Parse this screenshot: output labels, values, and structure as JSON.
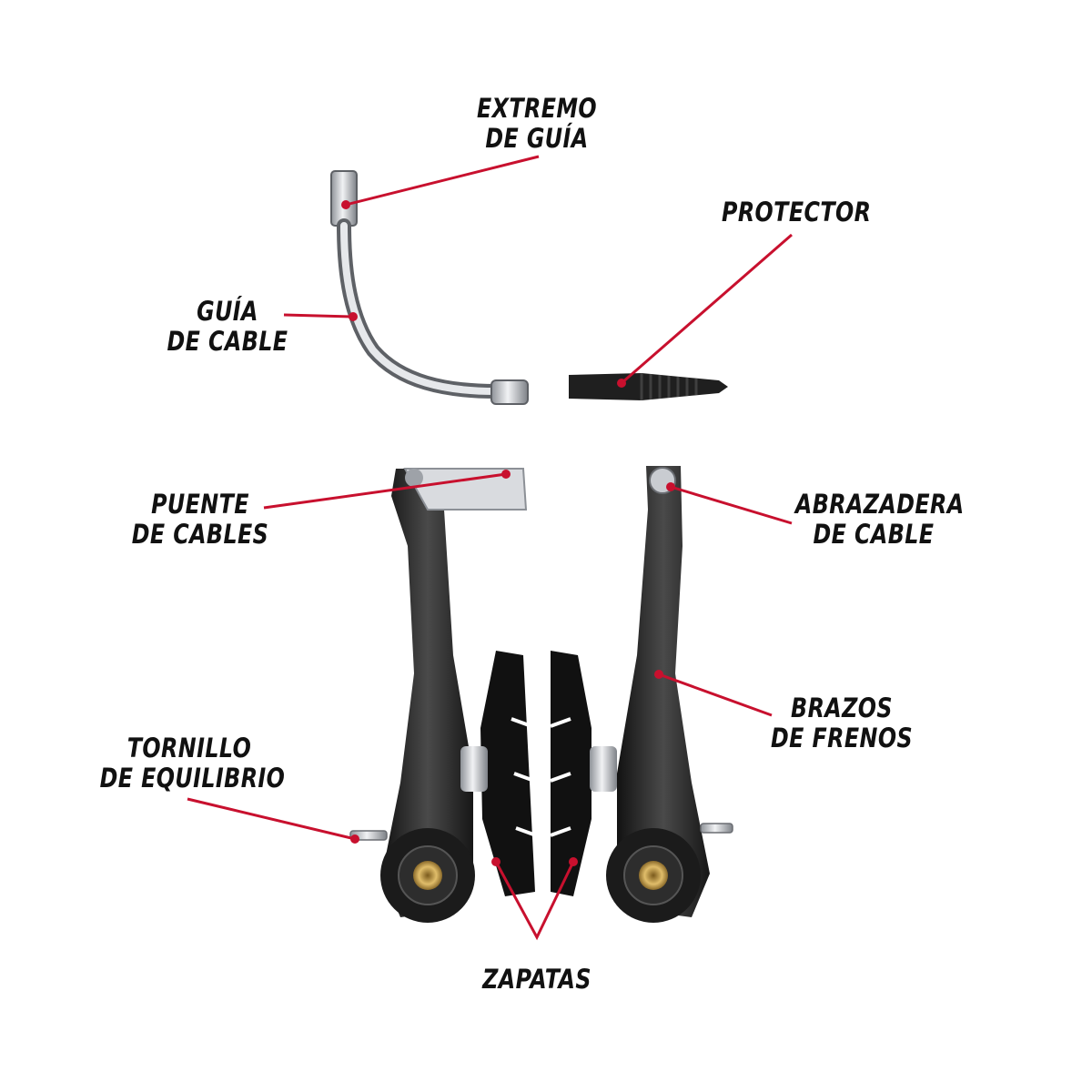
{
  "colors": {
    "leader": "#c8102e",
    "text": "#111111",
    "part_dark": "#1f1f1f",
    "part_mid": "#3a3a3a",
    "metal": "#c9ccd1",
    "brass": "#c9a24a"
  },
  "labels": {
    "extremo_de_guia": {
      "line1": "EXTREMO",
      "line2": "DE GUÍA"
    },
    "protector": {
      "line1": "PROTECTOR"
    },
    "guia_de_cable": {
      "line1": "GUÍA",
      "line2": "DE CABLE"
    },
    "puente_de_cables": {
      "line1": "PUENTE",
      "line2": "DE CABLES"
    },
    "abrazadera_de_cable": {
      "line1": "ABRAZADERA",
      "line2": "DE CABLE"
    },
    "brazos_de_frenos": {
      "line1": "BRAZOS",
      "line2": "DE FRENOS"
    },
    "tornillo_de_equilibrio": {
      "line1": "TORNILLO",
      "line2": "DE EQUILIBRIO"
    },
    "zapatas": {
      "line1": "ZAPATAS"
    }
  }
}
